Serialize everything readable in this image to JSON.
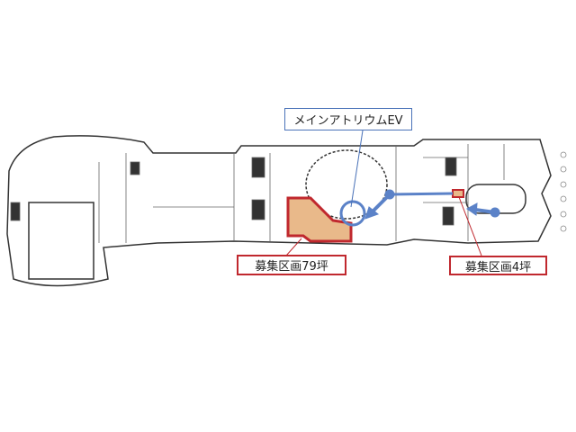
{
  "labels": {
    "main_atrium_ev": "メインアトリウムEV",
    "recruit_79": "募集区画79坪",
    "recruit_4": "募集区画4坪"
  },
  "colors": {
    "highlight_fill": "#e9b98a",
    "highlight_border": "#c0282e",
    "arrow": "#5b82c8",
    "ev_border": "#4a72b8"
  }
}
